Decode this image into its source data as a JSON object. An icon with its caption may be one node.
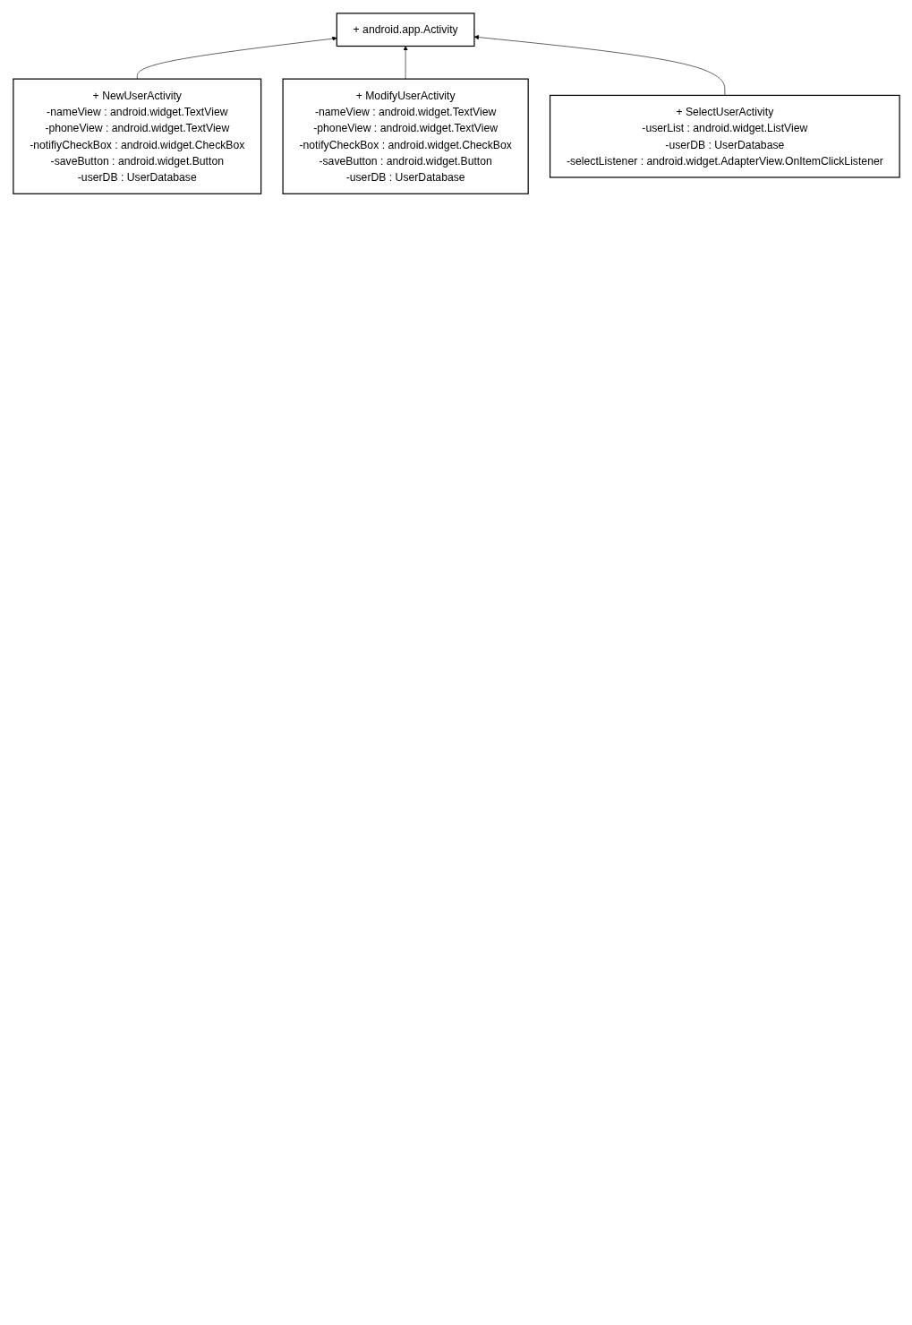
{
  "diagram": {
    "nodes": [
      {
        "text": [
          "+ android.app.Activity"
        ]
      },
      {
        "text": [
          "+ NewUserActivity",
          "-nameView : android.widget.TextView",
          "-phoneView : android.widget.TextView",
          "-notifiyCheckBox : android.widget.CheckBox",
          "-saveButton : android.widget.Button",
          "-userDB : UserDatabase"
        ]
      },
      {
        "text": [
          "+ ModifyUserActivity",
          "-nameView : android.widget.TextView",
          "-phoneView : android.widget.TextView",
          "-notifyCheckBox : android.widget.CheckBox",
          "-saveButton : android.widget.Button",
          "-userDB : UserDatabase"
        ]
      },
      {
        "text": [
          "+ SelectUserActivity",
          "-userList : android.widget.ListView",
          "-userDB : UserDatabase",
          "-selectListener : android.widget.AdapterView.OnItemClickListener"
        ]
      }
    ],
    "edges": [
      {
        "from": 1,
        "to": 0,
        "arrow": "to"
      },
      {
        "from": 2,
        "to": 0,
        "arrow": "to"
      },
      {
        "from": 3,
        "to": 0,
        "arrow": "to"
      }
    ]
  }
}
